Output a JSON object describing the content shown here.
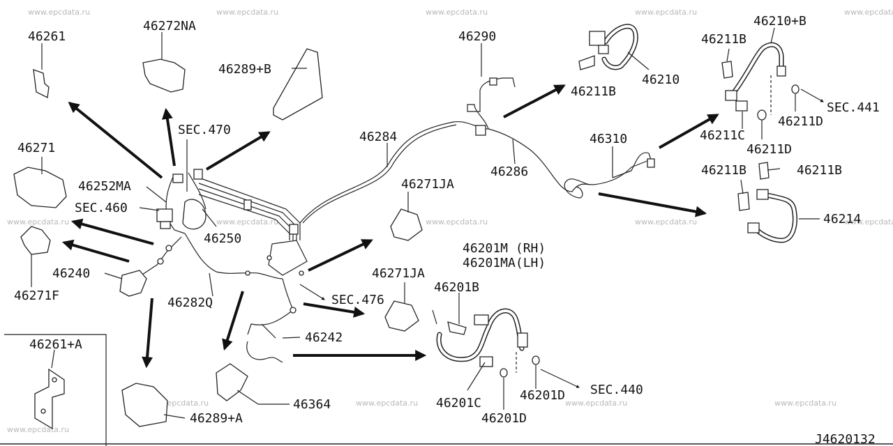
{
  "watermark": "www.epcdata.ru",
  "diagram_code": "J4620132",
  "labels": {
    "p46261": "46261",
    "p46272NA": "46272NA",
    "p46289B": "46289+B",
    "p46290": "46290",
    "p46211B_a": "46211B",
    "p46210": "46210",
    "p46211B_b": "46211B",
    "p46210B": "46210+B",
    "sec441": "SEC.441",
    "p46211C": "46211C",
    "p46211D_a": "46211D",
    "p46211D_b": "46211D",
    "p46271": "46271",
    "sec470": "SEC.470",
    "p46284": "46284",
    "p46310": "46310",
    "p46252MA": "46252MA",
    "p46286": "46286",
    "p46211B_c": "46211B",
    "p46211B_d": "46211B",
    "sec460": "SEC.460",
    "p46271JA_a": "46271JA",
    "p46250": "46250",
    "p46214": "46214",
    "p46201M": "46201M (RH)",
    "p46201MA": "46201MA(LH)",
    "p46240": "46240",
    "p46271F": "46271F",
    "p46271JA_b": "46271JA",
    "p46201B": "46201B",
    "p46282Q": "46282Q",
    "sec476": "SEC.476",
    "p46242": "46242",
    "p46261A": "46261+A",
    "sec440": "SEC.440",
    "p46201C": "46201C",
    "p46201D_a": "46201D",
    "p46201D_b": "46201D",
    "p46364": "46364",
    "p46289A": "46289+A"
  }
}
